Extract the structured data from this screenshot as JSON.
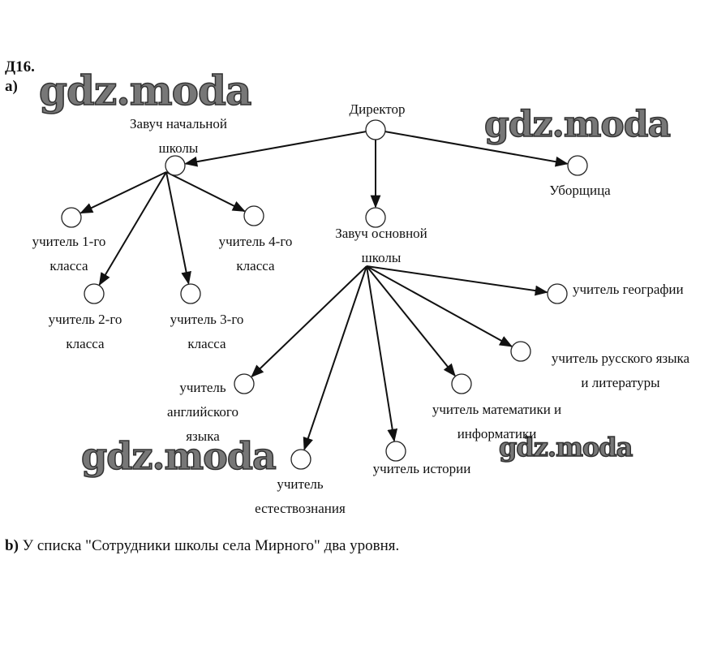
{
  "header": {
    "task": "Д16.",
    "part_a": "а)"
  },
  "watermark": "gdz.moda",
  "nodes": {
    "director": "Директор",
    "head_primary": [
      "Завуч начальной",
      "школы"
    ],
    "cleaner": "Уборщица",
    "teacher1": [
      "учитель 1-го",
      "класса"
    ],
    "teacher2": [
      "учитель 2-го",
      "класса"
    ],
    "teacher3": [
      "учитель 3-го",
      "класса"
    ],
    "teacher4": [
      "учитель 4-го",
      "класса"
    ],
    "head_main": [
      "Завуч основной",
      "школы"
    ],
    "geography": "учитель географии",
    "russian": [
      "учитель русского языка",
      "и литературы"
    ],
    "english": [
      "учитель",
      "английского",
      "языка"
    ],
    "math": [
      "учитель математики и",
      "информатики"
    ],
    "science": [
      "учитель",
      "естествознания"
    ],
    "history": "учитель истории"
  },
  "footer": {
    "part_b": "b)",
    "text": " У списка \"Сотрудники школы села Мирного\" два уровня."
  }
}
